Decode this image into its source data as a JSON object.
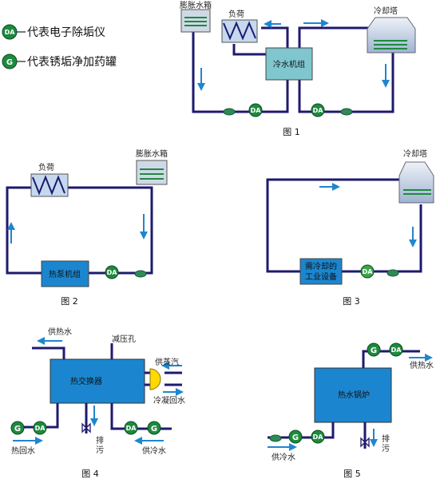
{
  "legend": {
    "da_badge": "DA",
    "da_text": "代表电子除垢仪",
    "g_badge": "G",
    "g_text": "代表锈垢净加药罐"
  },
  "colors": {
    "pipe": "#1e1a6e",
    "arrow": "#1f86d0",
    "device_green": "#1d8a3e",
    "tank_fill": "#cfd9e6",
    "exchanger_fill": "#1b86cf",
    "chiller_fill": "#7fc6cf"
  },
  "fig1": {
    "caption": "图 1",
    "expansion_tank": "膨胀水箱",
    "load": "负荷",
    "chiller": "冷水机组",
    "cooling_tower": "冷却塔"
  },
  "fig2": {
    "caption": "图 2",
    "load": "负荷",
    "expansion_tank": "膨胀水箱",
    "heat_pump": "热泵机组"
  },
  "fig3": {
    "caption": "图 3",
    "cooling_tower": "冷却塔",
    "equipment_line1": "需冷却的",
    "equipment_line2": "工业设备"
  },
  "fig4": {
    "caption": "图 4",
    "hot_supply": "供热水",
    "relief": "减压孔",
    "exchanger": "热交换器",
    "steam_supply": "供蒸汽",
    "condensate_return": "冷凝回水",
    "drain1": "排",
    "drain2": "污",
    "hot_return": "热回水",
    "cold_supply": "供冷水"
  },
  "fig5": {
    "caption": "图 5",
    "hot_supply": "供热水",
    "boiler": "热水锅炉",
    "drain1": "排",
    "drain2": "污",
    "cold_supply": "供冷水"
  }
}
